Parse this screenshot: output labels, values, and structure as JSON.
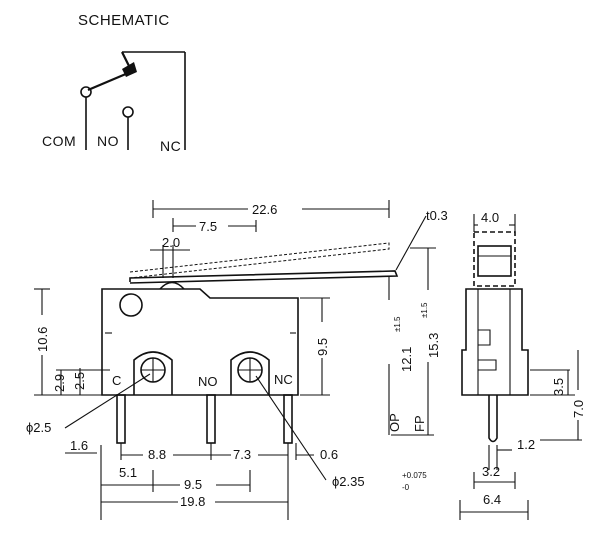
{
  "schematic": {
    "title": "SCHEMATIC",
    "pins": {
      "com": "COM",
      "no": "NO",
      "nc": "NC"
    }
  },
  "front_view": {
    "terminal_labels": {
      "c": "C",
      "no": "NO",
      "nc": "NC"
    },
    "dims": {
      "overall_lever": "22.6",
      "lever_mid": "7.5",
      "lever_pivot": "2.0",
      "lever_thickness": "t0.3",
      "body_height": "10.6",
      "body_right": "9.5",
      "pin_low": "2.9",
      "pin_mid": "2.5",
      "hole_c": "ϕ2.5",
      "pitch_left": "1.6",
      "pitch_a": "8.8",
      "pitch_b": "7.3",
      "pitch_c": "0.6",
      "bottom_a": "5.1",
      "bottom_b": "9.5",
      "overall_width": "19.8",
      "hole_nc": "ϕ2.35",
      "hole_nc_tol_plus": "+0.075",
      "hole_nc_tol_minus": "-0",
      "op_value": "12.1",
      "op_tol": "±1.5",
      "fp_value": "15.3",
      "fp_tol": "±1.5",
      "op_label": "OP",
      "fp_label": "FP"
    }
  },
  "side_view": {
    "dims": {
      "top_width": "4.0",
      "right_a": "3.5",
      "right_b": "7.0",
      "pin_w": "1.2",
      "base_a": "3.2",
      "base_b": "6.4"
    }
  }
}
